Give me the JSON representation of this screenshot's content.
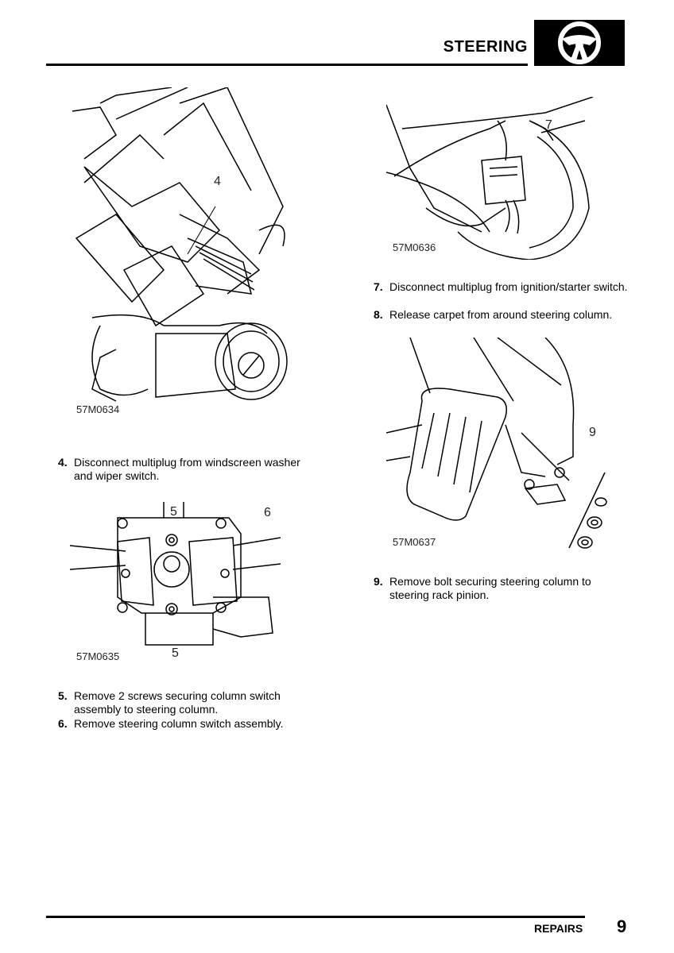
{
  "header": {
    "title": "STEERING",
    "icon": "steering-wheel-icon"
  },
  "figures": [
    {
      "code": "57M0634",
      "callouts": [
        "4"
      ]
    },
    {
      "code": "57M0635",
      "callouts": [
        "5",
        "6",
        "5"
      ]
    },
    {
      "code": "57M0636",
      "callouts": [
        "7"
      ]
    },
    {
      "code": "57M0637",
      "callouts": [
        "9"
      ]
    }
  ],
  "steps": [
    {
      "num": "4.",
      "text": "Disconnect multiplug from windscreen washer and wiper switch."
    },
    {
      "num": "5.",
      "text": "Remove 2 screws securing column switch assembly to steering column."
    },
    {
      "num": "6.",
      "text": "Remove steering column switch assembly."
    },
    {
      "num": "7.",
      "text": "Disconnect multiplug from ignition/starter switch."
    },
    {
      "num": "8.",
      "text": "Release carpet from around steering column."
    },
    {
      "num": "9.",
      "text": "Remove bolt securing steering column to steering rack pinion."
    }
  ],
  "footer": {
    "section": "REPAIRS",
    "page": "9"
  }
}
